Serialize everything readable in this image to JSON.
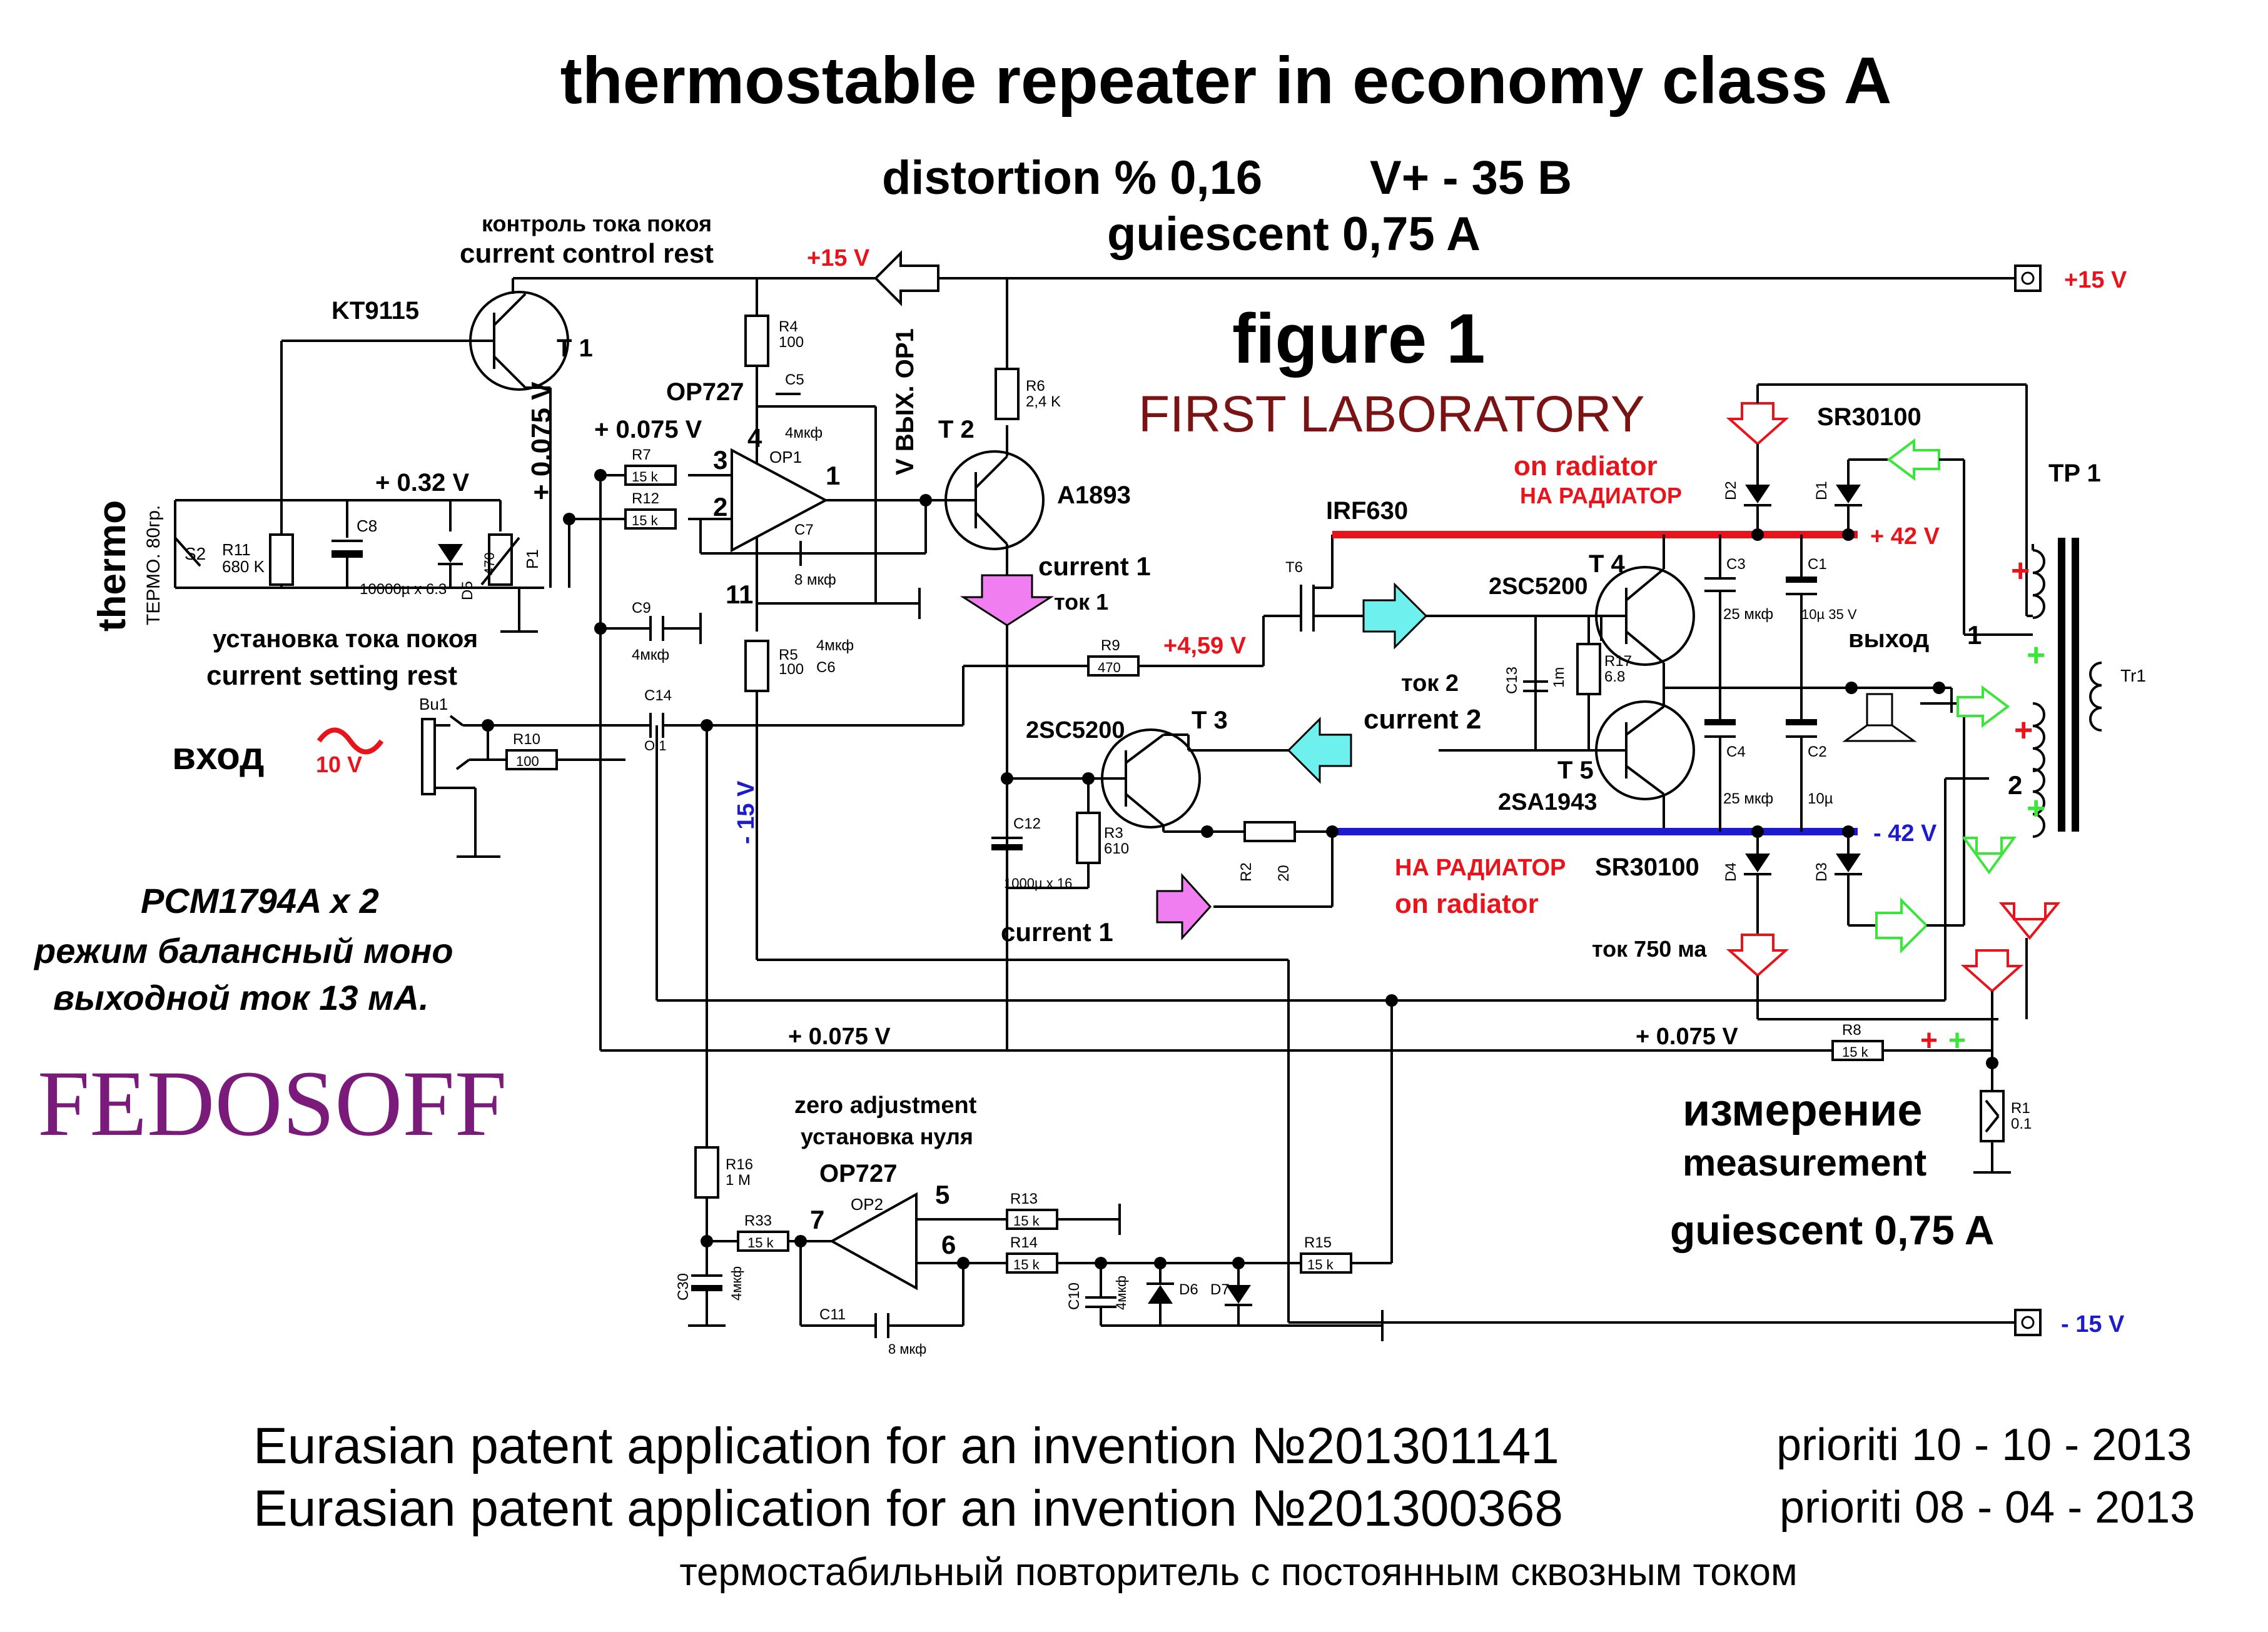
{
  "title": "thermostable repeater in economy class A",
  "specs": {
    "distortion": "distortion % 0,16",
    "vplus": "V+ - 35 B",
    "quiescent": "guiescent 0,75 A"
  },
  "figure": {
    "label": "figure 1",
    "lab": "FIRST LABORATORY"
  },
  "current_control": {
    "ru": "контроль тока покоя",
    "en": "current control  rest"
  },
  "current_setting": {
    "ru": "установка тока покоя",
    "en": "current setting rest"
  },
  "thermo": {
    "en": "thermo",
    "ru": "ТЕРМО. 80гр."
  },
  "input": {
    "ru": "вход",
    "level": "10 V"
  },
  "dac": {
    "line1": "PCM1794A x 2",
    "line2": "режим балансный моно",
    "line3": "выходной ток 13 мА."
  },
  "brand": "FEDOSOFF",
  "zero_adj": {
    "en": "zero adjustment",
    "ru": "установка нуля"
  },
  "measurement": {
    "ru": "измерение",
    "en": "measurement",
    "quiescent": "guiescent 0,75 A"
  },
  "patents": [
    {
      "text": "Eurasian patent application for an invention №201301141",
      "priority": "prioriti 10 - 10 - 2013"
    },
    {
      "text": "Eurasian patent application for an invention №201300368",
      "priority": "prioriti 08 - 04 - 2013"
    }
  ],
  "subtitle_ru": "термостабильный повторитель с постоянным сквозным током",
  "rails": {
    "p15": "+15 V",
    "p15_right": "+15 V",
    "m15": "- 15 V",
    "m15_right": "- 15 V",
    "p42": "+ 42 V",
    "m42": "- 42 V",
    "p0075_a": "+ 0.075  V",
    "p0075_b": "+ 0.075  V",
    "p0075_c": "+ 0.075  V",
    "p0075_vert": "+ 0.075  V",
    "p032": "+ 0.32  V",
    "p459": "+4,59 V",
    "vout_op1": "V ВЫХ. OP1"
  },
  "radiator": {
    "on_en_top": "on radiator",
    "on_ru_top": "НА РАДИАТОР",
    "on_ru_bot": "НА РАДИАТОР",
    "on_en_bot": "on radiator"
  },
  "currents": {
    "c1a": "current 1",
    "c1a_ru": "ток 1",
    "c2_ru": "ток 2",
    "c2": "current 2",
    "c1b": "current 1",
    "tok750": "ток 750 ма",
    "output_ru": "выход"
  },
  "parts": {
    "T1": "T 1",
    "T1_type": "KT9115",
    "T2": "T 2",
    "T2_type": "A1893",
    "T3": "T 3",
    "T3_type": "2SC5200",
    "T4": "T 4",
    "T4_type": "2SC5200",
    "T5": "T 5",
    "T5_type": "2SA1943",
    "T6": "T6",
    "T6_type": "IRF630",
    "OP1": "OP1",
    "OP1_type": "OP727",
    "OP2": "OP2",
    "OP2_type": "OP727",
    "diodes_top": "SR30100",
    "diodes_bot": "SR30100",
    "TP1": "TP 1",
    "Tr1": "Tr1",
    "R4": "R4",
    "R4v": "100",
    "R6": "R6",
    "R6v": "2,4 K",
    "R7": "R7",
    "R7v": "15 k",
    "R12": "R12",
    "R12v": "15 k",
    "R5": "R5",
    "R5v": "100",
    "R9": "R9",
    "R9v": "470",
    "R10": "R10",
    "R10v": "100",
    "R11": "R11",
    "R11v": "680 K",
    "R3": "R3",
    "R3v": "610",
    "R2": "R2",
    "R2v": "20",
    "R17": "R17",
    "R17v": "6.8",
    "R8": "R8",
    "R8v": "15 k",
    "R1": "R1",
    "R1v": "0.1",
    "R16": "R16",
    "R16v": "1 M",
    "R33": "R33",
    "R33v": "15 k",
    "R13": "R13",
    "R13v": "15 k",
    "R14": "R14",
    "R14v": "15 k",
    "R15": "R15",
    "R15v": "15 k",
    "P1": "P1",
    "P1v": "470",
    "C5": "C5",
    "C5v": "4мкф",
    "C7": "C7",
    "C7v": "8 мкф",
    "C6": "C6",
    "C6v": "4мкф",
    "C9": "C9",
    "C9v": "4мкф",
    "C8": "C8",
    "C8v": "10000µ x 6.3",
    "C14": "C14",
    "C14v": "O,1",
    "C12": "C12",
    "C12v": "1000µ x 16",
    "C13": "C13",
    "C13v": "1m",
    "C3": "C3",
    "C3v": "25 мкф",
    "C1": "C1",
    "C1v": "10µ 35 V",
    "C4": "C4",
    "C4v": "25 мкф",
    "C2": "C2",
    "C2v": "10µ",
    "C30": "C30",
    "C30v": "4мкф",
    "C10": "C10",
    "C10v": "4мкф",
    "C11": "C11",
    "C11v": "8 мкф",
    "D5": "D5",
    "D1": "D1",
    "D2": "D2",
    "D3": "D3",
    "D4": "D4",
    "D6": "D6",
    "D7": "D7",
    "S2": "S2",
    "Bu1": "Bu1",
    "pin1": "1",
    "pin2": "2",
    "pin3": "3",
    "pin4": "4",
    "pin11": "11",
    "pin5": "5",
    "pin6": "6",
    "pin7": "7",
    "sec1": "1",
    "sec2": "2"
  },
  "colors": {
    "red": "#e8141b",
    "blue": "#1c1ccc",
    "maroon": "#7a1414",
    "purple": "#7a1a7a",
    "pink": "#f07ef0",
    "cyan": "#6ef0ee",
    "green": "#39e639"
  }
}
